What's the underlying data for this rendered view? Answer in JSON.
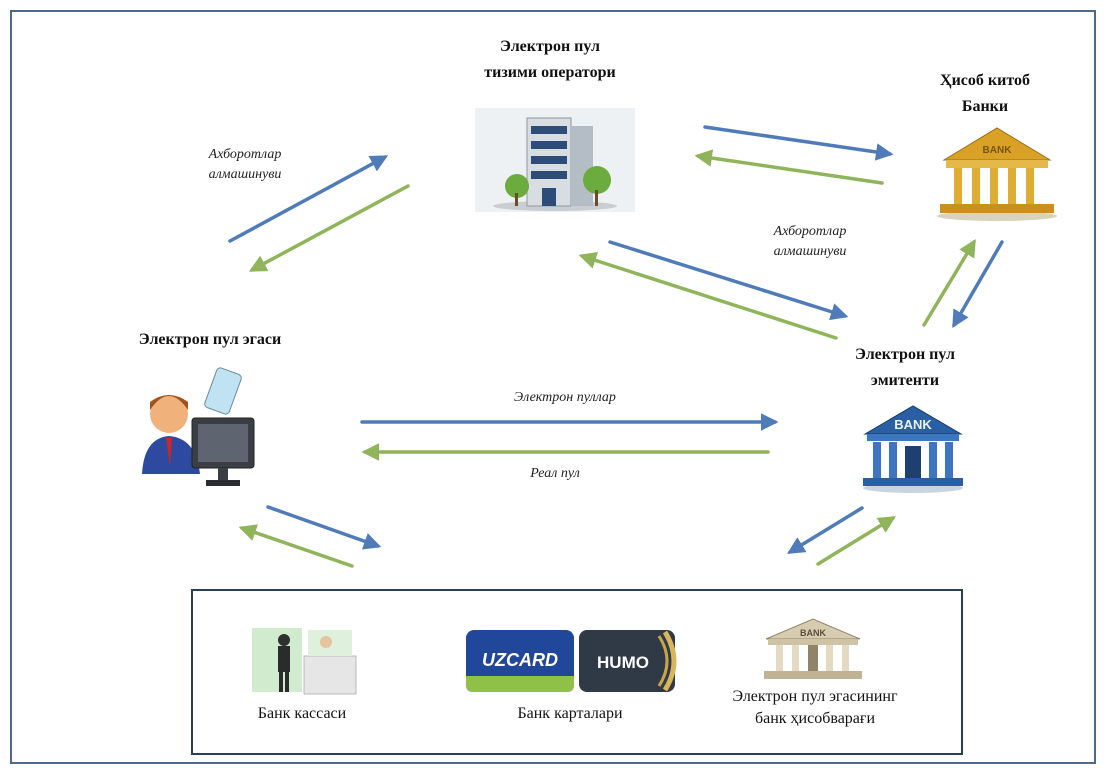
{
  "nodes": {
    "operator": "Электрон пул\nтизими оператори",
    "clearing_bank": "Ҳисоб китоб\nБанки",
    "owner": "Электрон пул эгаси",
    "issuer": "Электрон пул\nэмитенти"
  },
  "edge_labels": {
    "info_exchange_left": "Ахборотлар\nалмашинуви",
    "info_exchange_right": "Ахборотлар\nалмашинуви",
    "electronic_money": "Электрон пуллар",
    "real_money": "Реал пул"
  },
  "channels": {
    "cash_desk": "Банк кассаси",
    "cards": "Банк карталари",
    "account": "Электрон пул эгасининг\nбанк ҳисобварағи"
  },
  "brands": {
    "uzcard": "UZCARD",
    "humo": "HUMO",
    "bank_word": "BANK"
  },
  "colors": {
    "blue_arrow": "#4f7cb8",
    "green_arrow": "#8fb45a",
    "frame": "#4d6a8a",
    "box": "#2e3e56"
  }
}
